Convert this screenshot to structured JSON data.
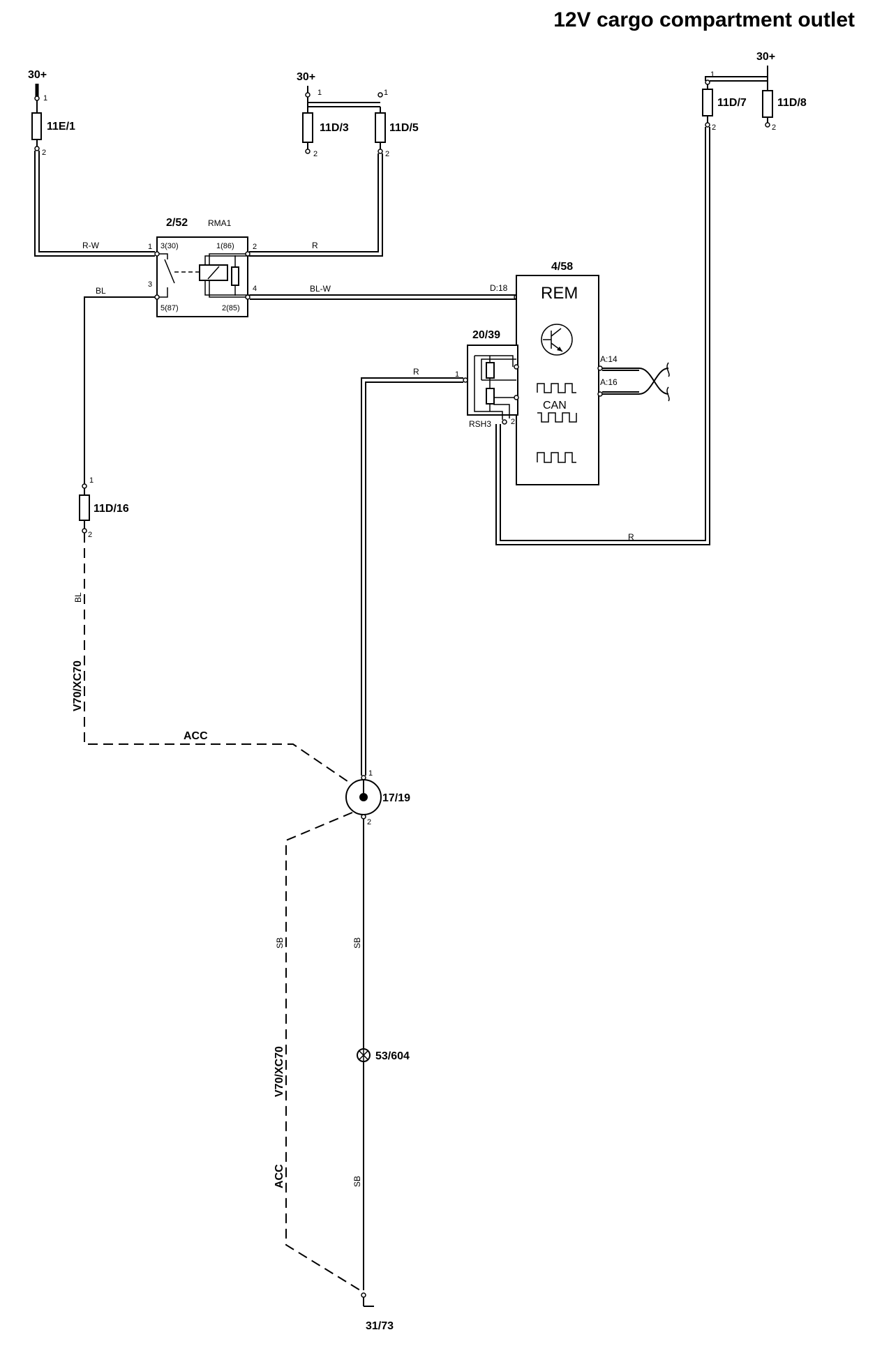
{
  "title": "12V cargo compartment outlet",
  "supplies": {
    "left": "30+",
    "middle": "30+",
    "right": "30+"
  },
  "fuses": [
    {
      "id": "11E/1",
      "pin_top": "1",
      "pin_bottom": "2"
    },
    {
      "id": "11D/3",
      "pin_top": "1",
      "pin_bottom": "2"
    },
    {
      "id": "11D/5",
      "pin_top": "1",
      "pin_bottom": "2"
    },
    {
      "id": "11D/7",
      "pin_top": "1",
      "pin_bottom": "2"
    },
    {
      "id": "11D/8",
      "pin_top": "",
      "pin_bottom": "2"
    },
    {
      "id": "11D/16",
      "pin_top": "1",
      "pin_bottom": "2"
    }
  ],
  "relay": {
    "id": "2/52",
    "name": "RMA1",
    "terminals": [
      "3(30)",
      "1(86)",
      "5(87)",
      "2(85)"
    ],
    "pins": {
      "left_top": "1",
      "left_mid": "3",
      "right_top": "2",
      "right_bottom": "4"
    }
  },
  "rem": {
    "id": "4/58",
    "name": "REM",
    "can_label": "CAN",
    "pins": {
      "d18": "D:18",
      "a14": "A:14",
      "a16": "A:16"
    }
  },
  "resistor_module": {
    "id": "20/39",
    "name": "RSH3",
    "pin_left": "1",
    "pin_bottom": "2"
  },
  "outlet": {
    "id": "17/19",
    "pin_top": "1",
    "pin_bottom": "2"
  },
  "splice": {
    "id": "53/604"
  },
  "ground": {
    "id": "31/73"
  },
  "wires": {
    "rw": "R-W",
    "r_top": "R",
    "bl": "BL",
    "blw": "BL-W",
    "r_mid": "R",
    "r_bottom": "R",
    "bl_vertical": "BL",
    "sb_left": "SB",
    "sb_right_upper": "SB",
    "sb_right_lower": "SB"
  },
  "variant_labels": {
    "upper_model": "V70/XC70",
    "upper_acc": "ACC",
    "lower_model": "V70/XC70",
    "lower_acc": "ACC"
  }
}
